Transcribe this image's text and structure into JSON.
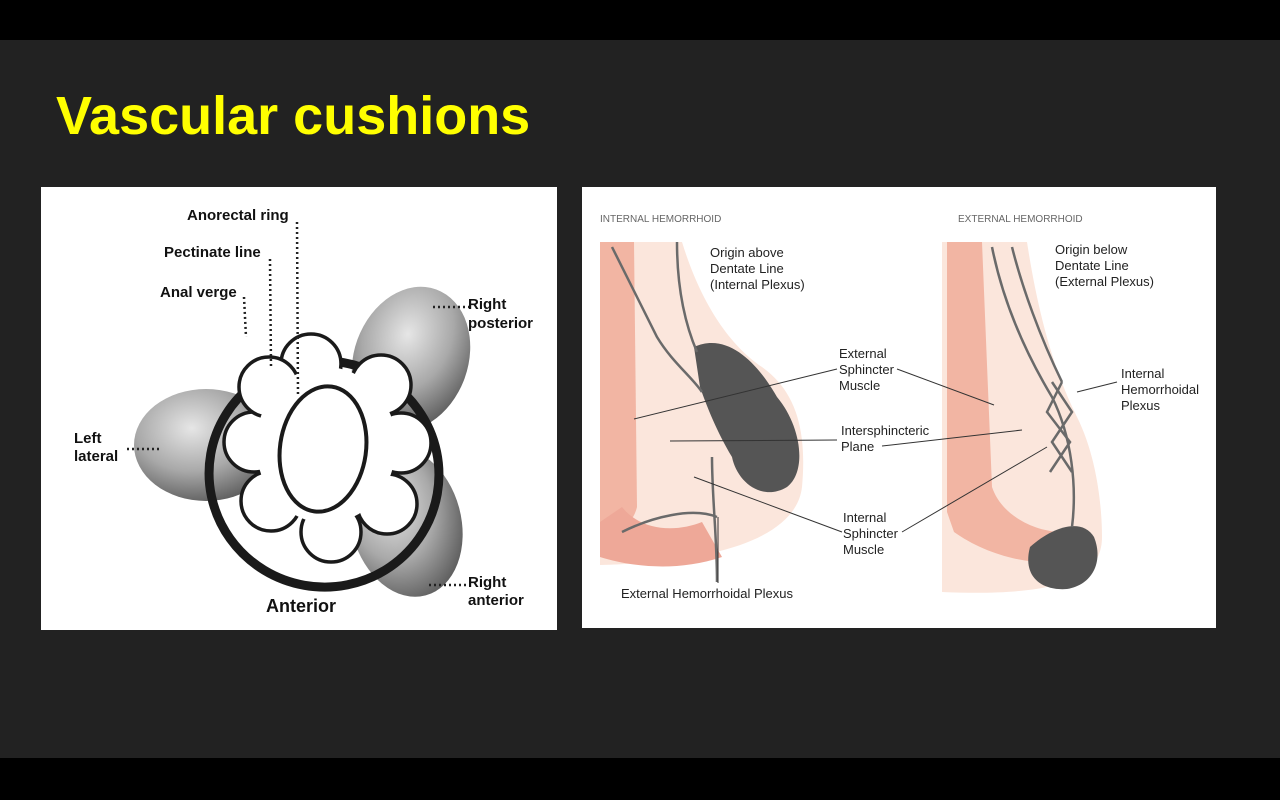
{
  "slide": {
    "title": "Vascular cushions"
  },
  "left_diagram": {
    "labels": {
      "anorectal_ring": "Anorectal ring",
      "pectinate_line": "Pectinate line",
      "anal_verge": "Anal verge",
      "right_posterior_1": "Right",
      "right_posterior_2": "posterior",
      "left_lateral_1": "Left",
      "left_lateral_2": "lateral",
      "right_anterior_1": "Right",
      "right_anterior_2": "anterior",
      "anterior": "Anterior"
    }
  },
  "right_diagram": {
    "internal_header": "INTERNAL HEMORRHOID",
    "external_header": "EXTERNAL HEMORRHOID",
    "origin_above": [
      "Origin above",
      "Dentate Line",
      "(Internal Plexus)"
    ],
    "origin_below": [
      "Origin below",
      "Dentate Line",
      "(External Plexus)"
    ],
    "external_sphincter": [
      "External",
      "Sphincter",
      "Muscle"
    ],
    "intersphincteric": [
      "Intersphincteric",
      "Plane"
    ],
    "internal_sphincter": [
      "Internal",
      "Sphincter",
      "Muscle"
    ],
    "internal_plexus": [
      "Internal",
      "Hemorrhoidal",
      "Plexus"
    ],
    "external_plexus": "External Hemorrhoidal Plexus"
  },
  "colors": {
    "title": "#ffff00",
    "slide_background": "#222222",
    "muscle": "#f2b5a3",
    "vessel": "#555555"
  }
}
